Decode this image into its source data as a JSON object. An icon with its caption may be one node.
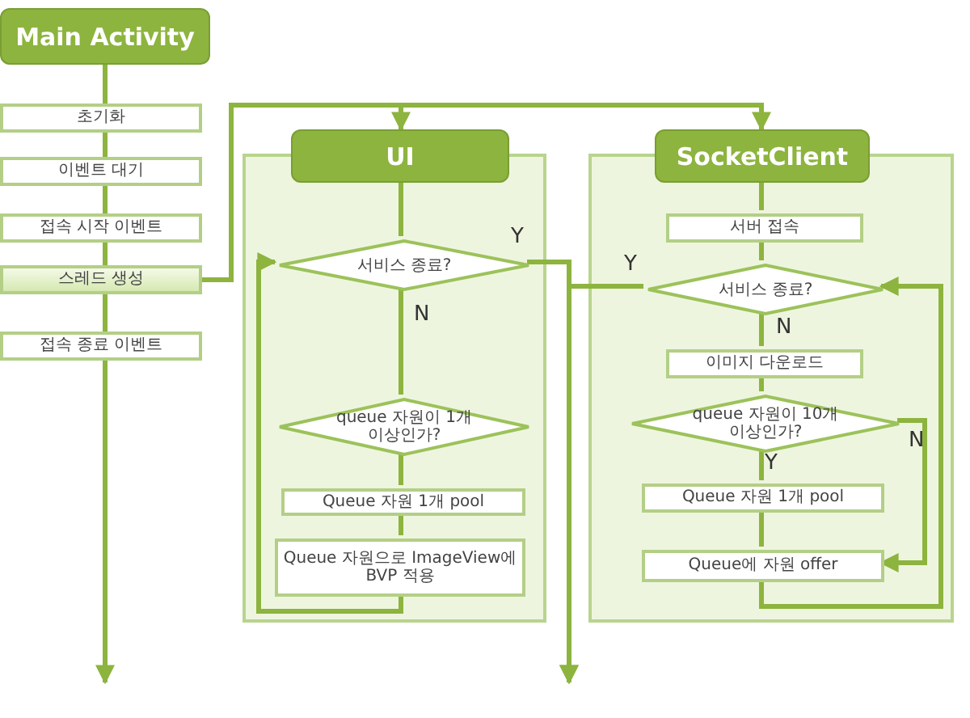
{
  "diagram": {
    "nodes": [
      {
        "text": [
          "Main Activity"
        ]
      },
      {
        "text": [
          "초기화"
        ]
      },
      {
        "text": [
          "이벤트 대기"
        ]
      },
      {
        "text": [
          "접속 시작 이벤트"
        ]
      },
      {
        "text": [
          "스레드 생성"
        ]
      },
      {
        "text": [
          "접속 종료 이벤트"
        ]
      },
      {
        "text": [
          "UI"
        ]
      },
      {
        "text": [],
        "shape": "box"
      },
      {
        "text": [
          "서비스 종료?"
        ],
        "in": 7
      },
      {
        "text": [
          "queue 자원이 1개 이상인가?"
        ],
        "in": 7
      },
      {
        "text": [
          "Queue 자원 1개 pool"
        ],
        "in": 7
      },
      {
        "text": [
          "Queue 자원으로 ImageView에 BVP 적용"
        ],
        "in": 7
      },
      {
        "text": [
          "SocketClient"
        ]
      },
      {
        "text": [],
        "shape": "box"
      },
      {
        "text": [
          "서버 접속"
        ],
        "in": 13
      },
      {
        "text": [
          "서비스 종료?"
        ],
        "in": 13
      },
      {
        "text": [
          "이미지 다운로드"
        ],
        "in": 13
      },
      {
        "text": [
          "queue 자원이 10개 이상인가?"
        ],
        "in": 13
      },
      {
        "text": [
          "Queue 자원 1개 pool"
        ],
        "in": 13
      },
      {
        "text": [
          "Queue에 자원 offer"
        ],
        "in": 13
      }
    ],
    "edges": [
      {
        "from": 0,
        "to": 1,
        "arrow": "none"
      },
      {
        "from": 1,
        "to": 2,
        "arrow": "none"
      },
      {
        "from": 2,
        "to": 3,
        "arrow": "none"
      },
      {
        "from": 3,
        "to": 4,
        "arrow": "none"
      },
      {
        "from": 4,
        "to": 5,
        "arrow": "none"
      },
      {
        "from": 5,
        "to": null,
        "arrow": "to"
      },
      {
        "from": 4,
        "to": 6,
        "arrow": "to"
      },
      {
        "from": 4,
        "to": 12,
        "arrow": "to"
      },
      {
        "from": 6,
        "to": 8,
        "arrow": "none"
      },
      {
        "from": 8,
        "to": 9,
        "arrow": "none",
        "label": "N"
      },
      {
        "from": 9,
        "to": 10,
        "arrow": "none"
      },
      {
        "from": 10,
        "to": 11,
        "arrow": "none"
      },
      {
        "from": 11,
        "to": 8,
        "arrow": "to"
      },
      {
        "from": 8,
        "to": null,
        "arrow": "to",
        "label": "Y"
      },
      {
        "from": 12,
        "to": 14,
        "arrow": "none"
      },
      {
        "from": 14,
        "to": 15,
        "arrow": "none"
      },
      {
        "from": 15,
        "to": 16,
        "arrow": "none",
        "label": "N"
      },
      {
        "from": 16,
        "to": 17,
        "arrow": "none"
      },
      {
        "from": 17,
        "to": 18,
        "arrow": "none",
        "label": "Y"
      },
      {
        "from": 18,
        "to": 19,
        "arrow": "none"
      },
      {
        "from": 17,
        "to": 19,
        "arrow": "to",
        "label": "N"
      },
      {
        "from": 19,
        "to": 15,
        "arrow": "to"
      },
      {
        "from": 15,
        "to": null,
        "arrow": "to",
        "label": "Y"
      }
    ]
  }
}
